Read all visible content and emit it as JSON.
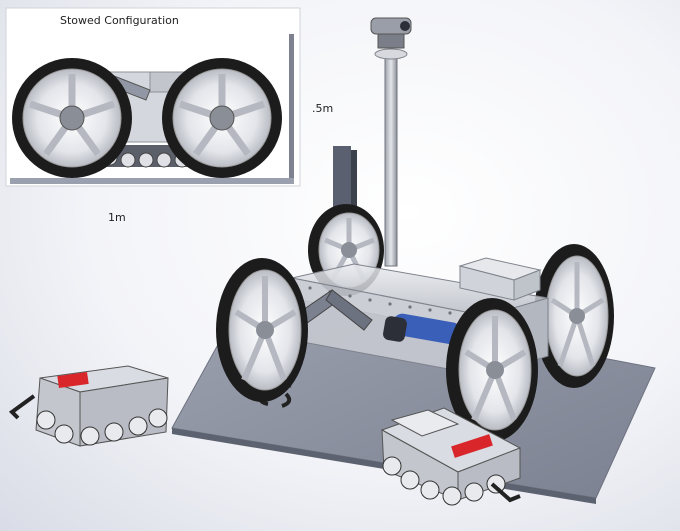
{
  "inset": {
    "title": "Stowed Configuration"
  },
  "dimensions": {
    "height_label": ".5m",
    "length_label": "1m"
  },
  "colors": {
    "tire": "#1c1c1c",
    "rim": "#e6e8ec",
    "chassis_glass": "#c9ccd2",
    "base_plate": "#8f94a3",
    "accent_red": "#d8262b",
    "motor_blue": "#3a5fb8"
  }
}
